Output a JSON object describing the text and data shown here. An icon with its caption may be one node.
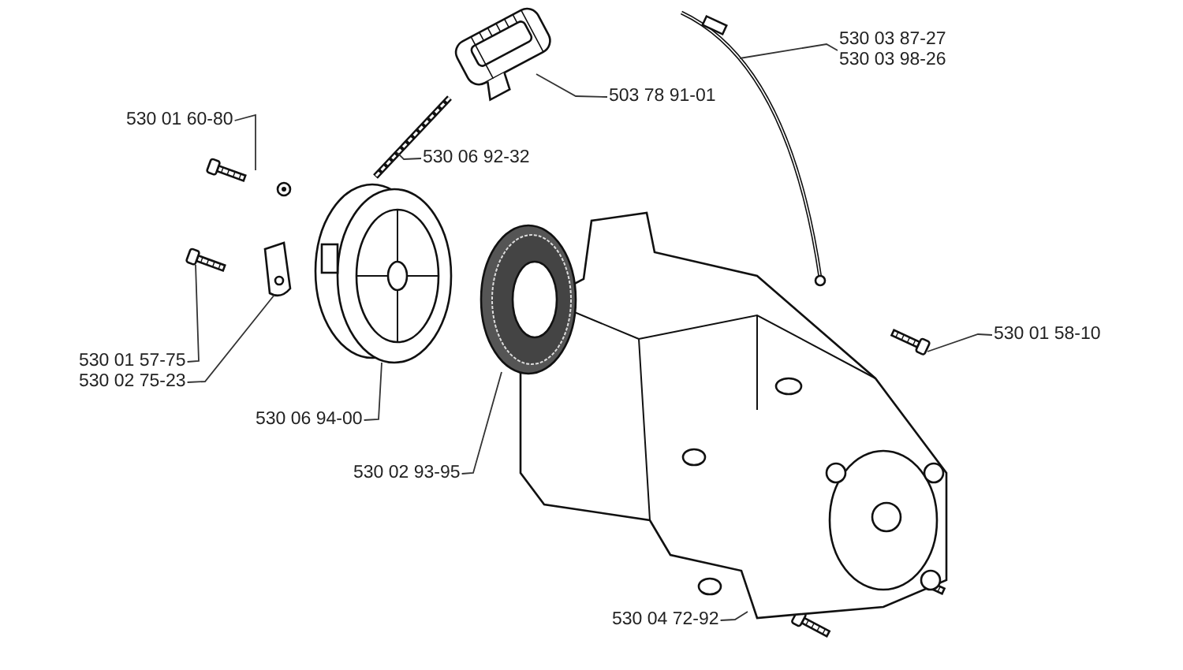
{
  "diagram": {
    "nodes": [
      {
        "text": [
          "530 03 87-27",
          "530 03 98-26"
        ]
      },
      {
        "text": [
          "503 78 91-01"
        ]
      },
      {
        "text": [
          "530 01 60-80"
        ]
      },
      {
        "text": [
          "530 06 92-32"
        ]
      },
      {
        "text": [
          "530 01 58-10"
        ]
      },
      {
        "text": [
          "530 01 57-75"
        ]
      },
      {
        "text": [
          "530 02 75-23"
        ]
      },
      {
        "text": [
          "530 06 94-00"
        ]
      },
      {
        "text": [
          "530 02 93-95"
        ]
      },
      {
        "text": [
          "530 04 72-92"
        ]
      },
      {
        "text": [],
        "shape": "picture"
      },
      {
        "text": [],
        "shape": "picture"
      },
      {
        "text": [],
        "shape": "picture"
      },
      {
        "text": [],
        "shape": "picture"
      },
      {
        "text": [],
        "shape": "picture"
      },
      {
        "text": [],
        "shape": "picture"
      },
      {
        "text": [],
        "shape": "picture"
      },
      {
        "text": [],
        "shape": "picture"
      },
      {
        "text": [],
        "shape": "picture"
      },
      {
        "text": [],
        "shape": "picture"
      }
    ],
    "edges": [
      {
        "from": 0,
        "to": 10,
        "arrow": "none"
      },
      {
        "from": 1,
        "to": 11,
        "arrow": "none"
      },
      {
        "from": 2,
        "to": 12,
        "arrow": "none"
      },
      {
        "from": 3,
        "to": 13,
        "arrow": "none"
      },
      {
        "from": 4,
        "to": 14,
        "arrow": "none"
      },
      {
        "from": 5,
        "to": 15,
        "arrow": "none"
      },
      {
        "from": 6,
        "to": 16,
        "arrow": "none"
      },
      {
        "from": 7,
        "to": 17,
        "arrow": "none"
      },
      {
        "from": 8,
        "to": 18,
        "arrow": "none"
      },
      {
        "from": 9,
        "to": 19,
        "arrow": "none"
      }
    ]
  }
}
